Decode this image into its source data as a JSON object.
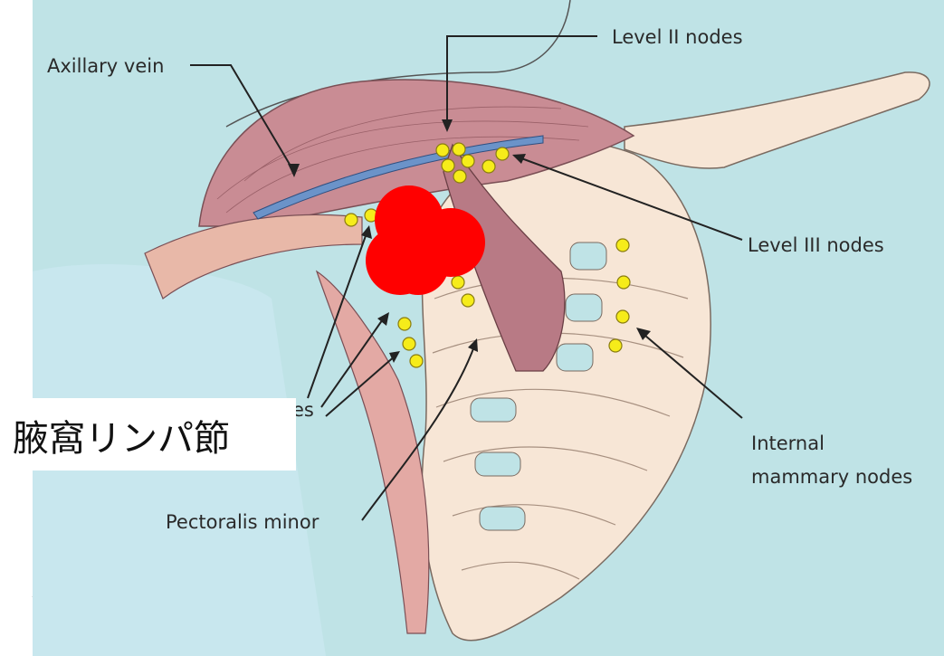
{
  "labels": {
    "axillary_vein": "Axillary vein",
    "level_ii": "Level II nodes",
    "level_iii": "Level III nodes",
    "partial_level_i": "es",
    "internal_1": "Internal",
    "internal_2": "mammary nodes",
    "pectoralis_minor": "Pectoralis minor"
  },
  "overlay_label": "腋窩リンパ節",
  "colors": {
    "background": "#bfe3e6",
    "muscle": "#c98c94",
    "bone": "#f7e6d6",
    "vein": "#6b93c9",
    "node": "#f6ec1a",
    "redaction": "#ff0000"
  }
}
